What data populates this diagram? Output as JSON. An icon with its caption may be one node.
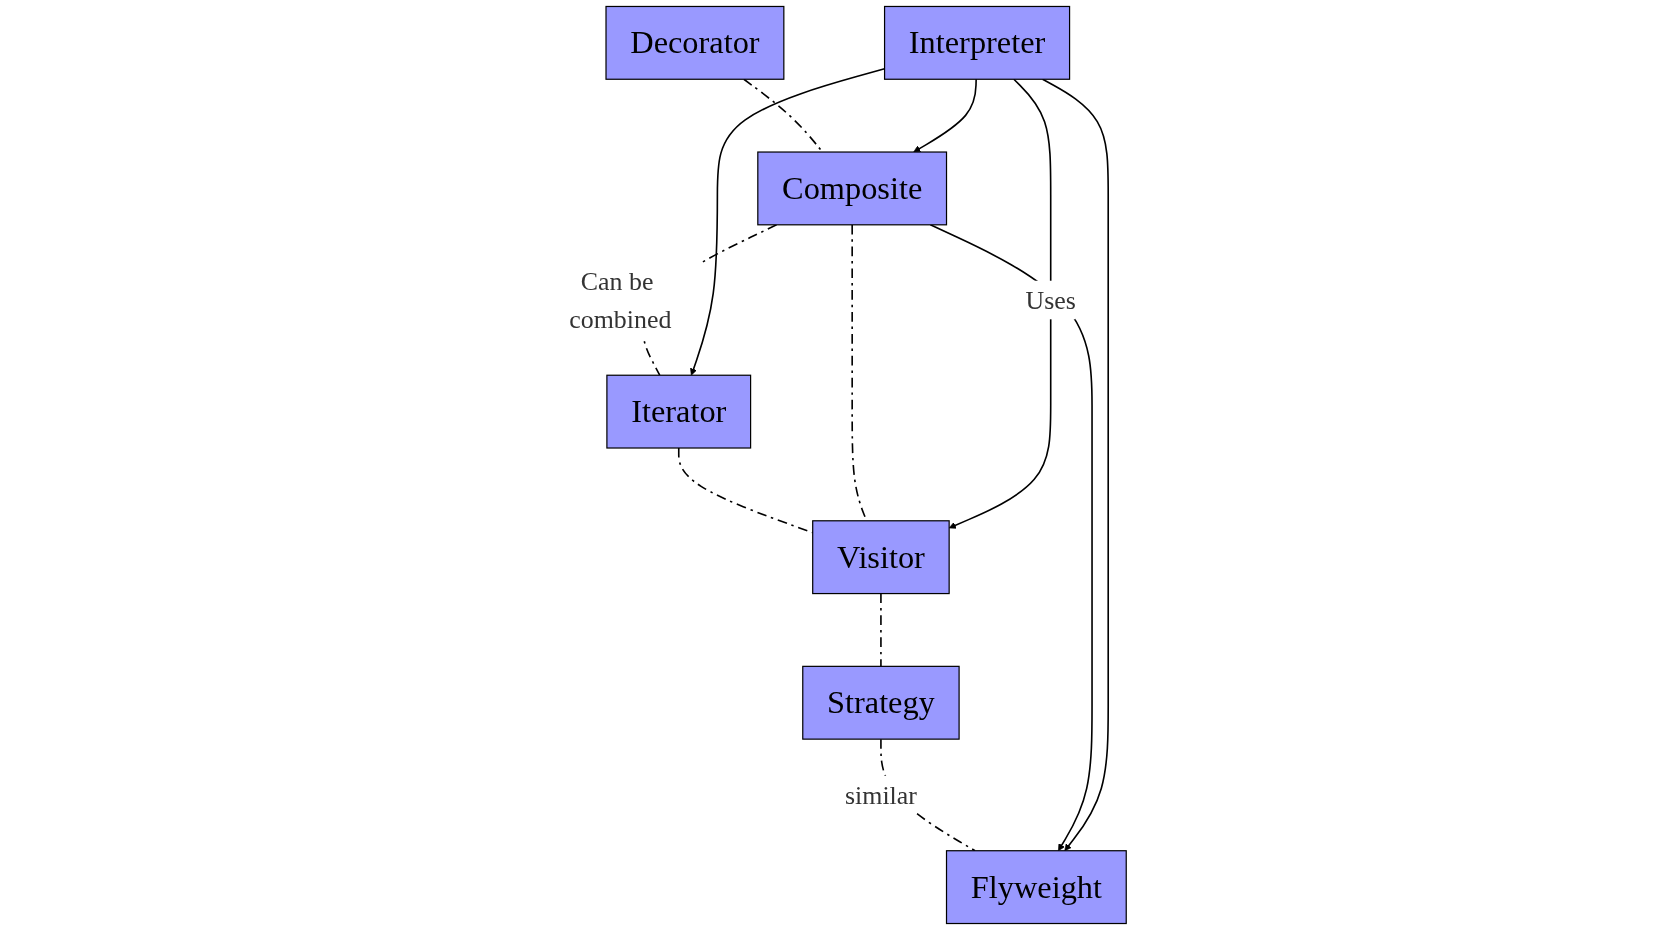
{
  "diagram": {
    "nodes": [
      {
        "text": [
          "Decorator"
        ]
      },
      {
        "text": [
          "Iterator"
        ]
      },
      {
        "text": [
          "Composite"
        ]
      },
      {
        "text": [
          "Visitor"
        ]
      },
      {
        "text": [
          "Strategy"
        ]
      },
      {
        "text": [
          "Flyweight"
        ]
      },
      {
        "text": [
          "Interpreter"
        ]
      }
    ],
    "edges": [
      {
        "from": 0,
        "to": 2,
        "arrow": "none",
        "style": "dashed"
      },
      {
        "from": 2,
        "to": 1,
        "arrow": "none",
        "style": "dashed",
        "label": "Can be combined"
      },
      {
        "from": 1,
        "to": 3,
        "arrow": "none",
        "style": "dashed"
      },
      {
        "from": 2,
        "to": 3,
        "arrow": "none",
        "style": "dashed"
      },
      {
        "from": 3,
        "to": 4,
        "arrow": "none",
        "style": "dashed"
      },
      {
        "from": 4,
        "to": 5,
        "arrow": "none",
        "style": "dashed",
        "label": "similar"
      },
      {
        "from": 2,
        "to": 5,
        "arrow": "to"
      },
      {
        "from": 6,
        "to": 2,
        "arrow": "to"
      },
      {
        "from": 6,
        "to": 3,
        "arrow": "to",
        "label": "Uses"
      },
      {
        "from": 6,
        "to": 1,
        "arrow": "to"
      },
      {
        "from": 6,
        "to": 5,
        "arrow": "to"
      }
    ]
  }
}
